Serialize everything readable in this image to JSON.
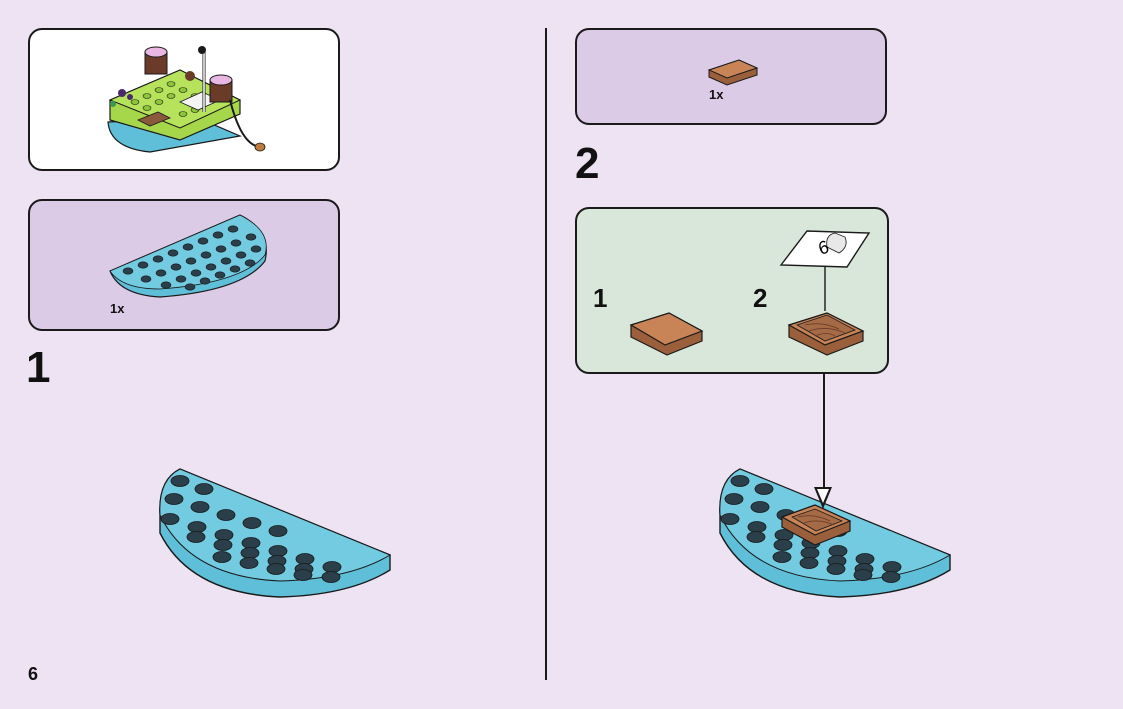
{
  "page": {
    "number": "6"
  },
  "left": {
    "step": {
      "number": "1"
    },
    "parts_callout": {
      "quantity": "1x",
      "part": "half-round-plate-light-blue"
    }
  },
  "right": {
    "step": {
      "number": "2"
    },
    "parts_callout": {
      "quantity": "1x",
      "part": "tile-brown-1x2"
    },
    "sub_assembly": {
      "steps": [
        {
          "number": "1"
        },
        {
          "number": "2"
        }
      ],
      "sticker_number": "6"
    }
  },
  "colors": {
    "background": "#ede3f3",
    "callout_lilac": "#dccbe6",
    "callout_mint": "#d8e7da",
    "plate_blue": "#5fbfd8",
    "tile_brown": "#b7714a"
  }
}
